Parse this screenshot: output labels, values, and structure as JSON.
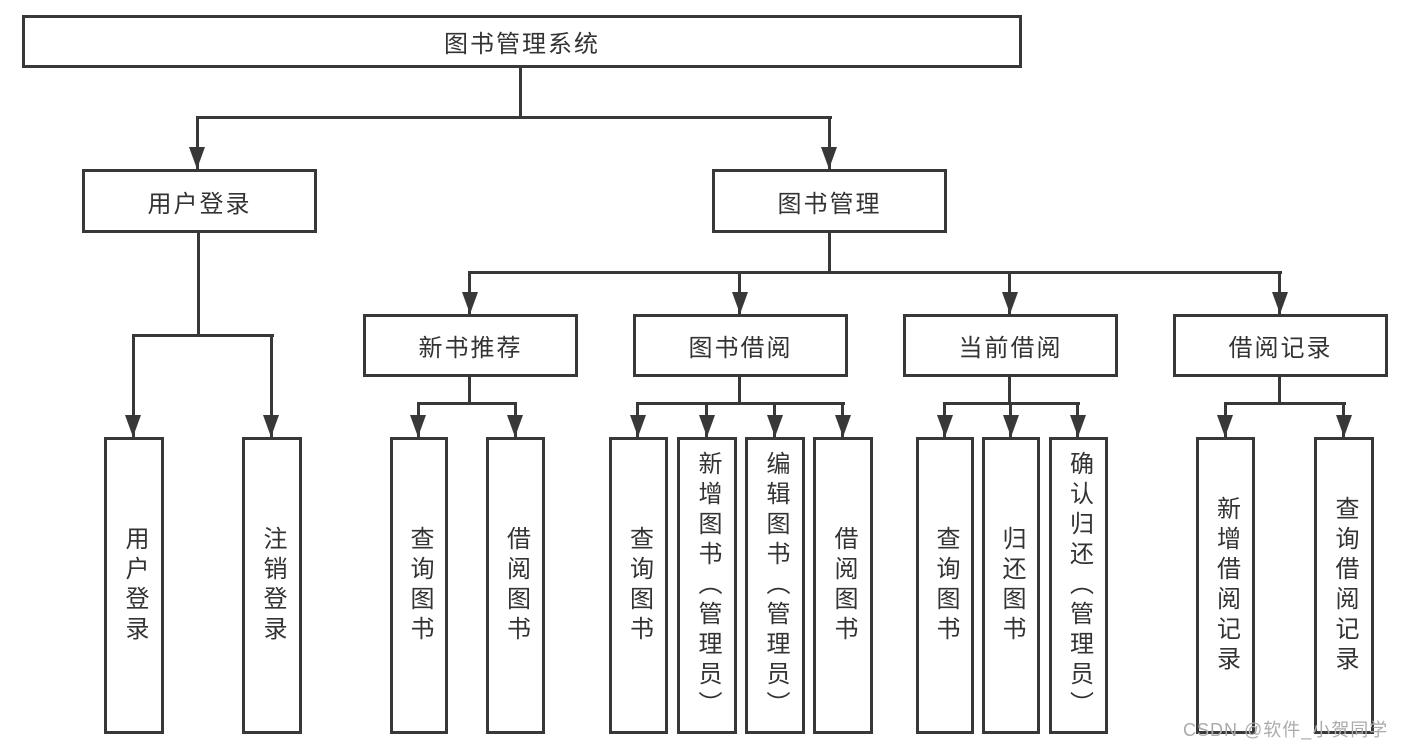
{
  "tree": {
    "root": {
      "label": "图书管理系统"
    },
    "user_login": {
      "label": "用户登录",
      "children": [
        {
          "label": "用户登录"
        },
        {
          "label": "注销登录"
        }
      ]
    },
    "book_management": {
      "label": "图书管理",
      "children": [
        {
          "label": "新书推荐",
          "children": [
            {
              "label": "查询图书"
            },
            {
              "label": "借阅图书"
            }
          ]
        },
        {
          "label": "图书借阅",
          "children": [
            {
              "label": "查询图书"
            },
            {
              "label": "新增图书（管理员）"
            },
            {
              "label": "编辑图书（管理员）"
            },
            {
              "label": "借阅图书"
            }
          ]
        },
        {
          "label": "当前借阅",
          "children": [
            {
              "label": "查询图书"
            },
            {
              "label": "归还图书"
            },
            {
              "label": "确认归还（管理员）"
            }
          ]
        },
        {
          "label": "借阅记录",
          "children": [
            {
              "label": "新增借阅记录"
            },
            {
              "label": "查询借阅记录"
            }
          ]
        }
      ]
    }
  },
  "watermark": "CSDN @软件_小贺同学",
  "colors": {
    "line": "#383838",
    "text": "#333333",
    "watermark": "#ababab",
    "background": "#ffffff"
  }
}
